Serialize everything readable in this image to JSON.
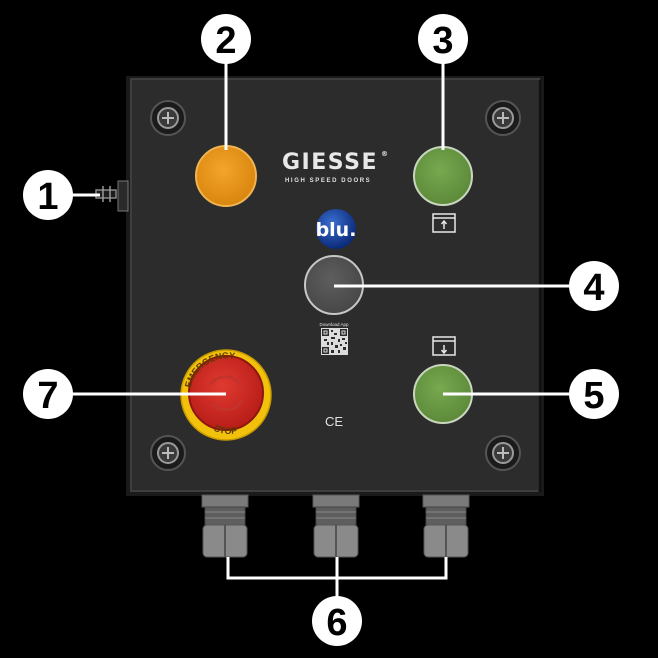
{
  "brand": {
    "name": "GIESSE",
    "registered": "®",
    "tagline": "HIGH SPEED DOORS",
    "sub_brand": "blu."
  },
  "emergency_stop": {
    "top_text": "EMERGENCY",
    "bottom_text": "STOP"
  },
  "ce_mark": "CE",
  "qr_caption": "Download App",
  "callouts": [
    {
      "number": "1"
    },
    {
      "number": "2"
    },
    {
      "number": "3"
    },
    {
      "number": "4"
    },
    {
      "number": "5"
    },
    {
      "number": "6"
    },
    {
      "number": "7"
    }
  ],
  "colors": {
    "background": "#000000",
    "panel": "#2b2b2b",
    "orange_button": "#e8961a",
    "green_button": "#6a9a45",
    "grey_button": "#555555",
    "estop_red": "#d22a22",
    "estop_yellow": "#f2c10c",
    "callout_fill": "#ffffff"
  },
  "icons": [
    "door-open-icon",
    "door-close-icon",
    "screw-icon",
    "cable-gland-icon",
    "qr-code-icon"
  ]
}
